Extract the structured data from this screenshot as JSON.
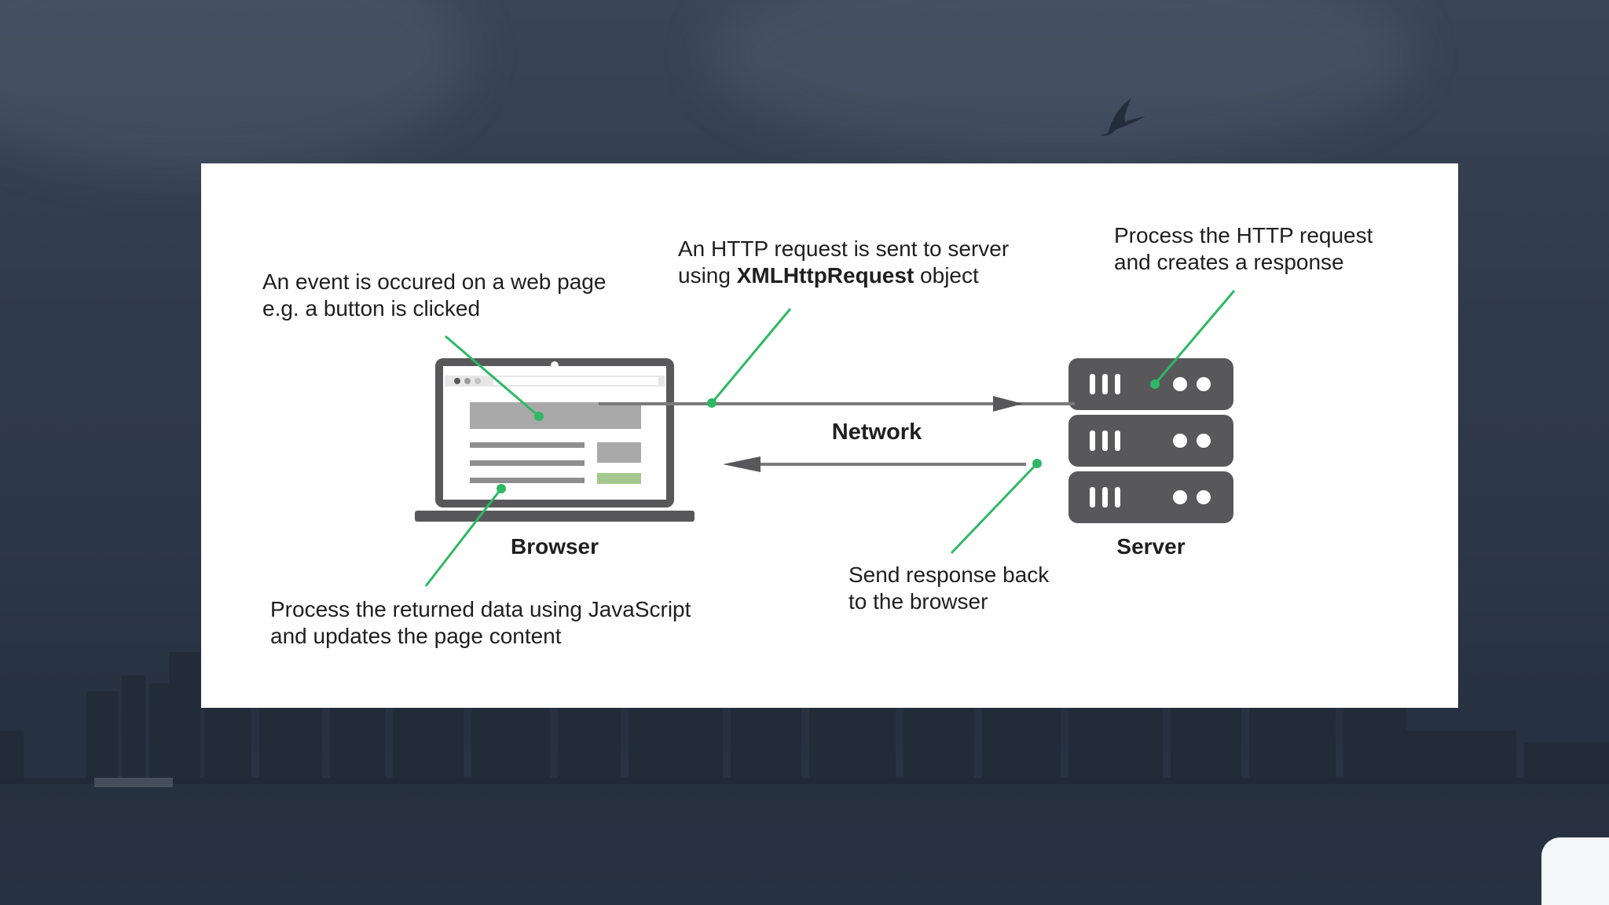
{
  "diagram": {
    "event_note": {
      "line1": "An event is occured on a web page",
      "line2": "e.g. a button is clicked"
    },
    "request_note": {
      "line1": "An HTTP request is sent to server",
      "line2_prefix": "using ",
      "line2_bold": "XMLHttpRequest",
      "line2_suffix": " object"
    },
    "server_note": {
      "line1": "Process the HTTP request",
      "line2": "and creates a response"
    },
    "process_note": {
      "line1": "Process the returned data using JavaScript",
      "line2": "and updates the page content"
    },
    "response_note": {
      "line1": "Send response back",
      "line2": "to the browser"
    },
    "network_label": "Network",
    "browser_label": "Browser",
    "server_label": "Server"
  },
  "colors": {
    "accent_green": "#2fb865",
    "icon_gray": "#58585a",
    "card_bg": "#ffffff"
  }
}
